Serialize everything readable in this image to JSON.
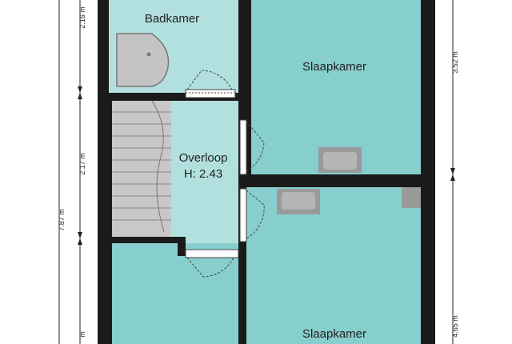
{
  "colors": {
    "room_fill": "#87cfcc",
    "wet_fill": "#b2e0df",
    "wall": "#1a1a1a",
    "stairs": "#c8c8c8",
    "fixture": "#9a9a9a",
    "dimension_line": "#222222"
  },
  "rooms": {
    "bathroom": {
      "label": "Badkamer"
    },
    "bedroom_top": {
      "label": "Slaapkamer"
    },
    "landing": {
      "label": "Overloop",
      "height": "H: 2.43"
    },
    "bedroom_bottom": {
      "label": "Slaapkamer"
    }
  },
  "dimensions": {
    "left_total": "7.87 m",
    "left_segment_1": "2.16 m",
    "left_segment_2": "2.17 m",
    "left_segment_3": "m",
    "right_segment_1": "3.52 m",
    "right_segment_2": "4.65 m"
  },
  "icons": [
    "shower-tray-icon",
    "sink-icon",
    "staircase-icon",
    "door-swing-icon"
  ]
}
